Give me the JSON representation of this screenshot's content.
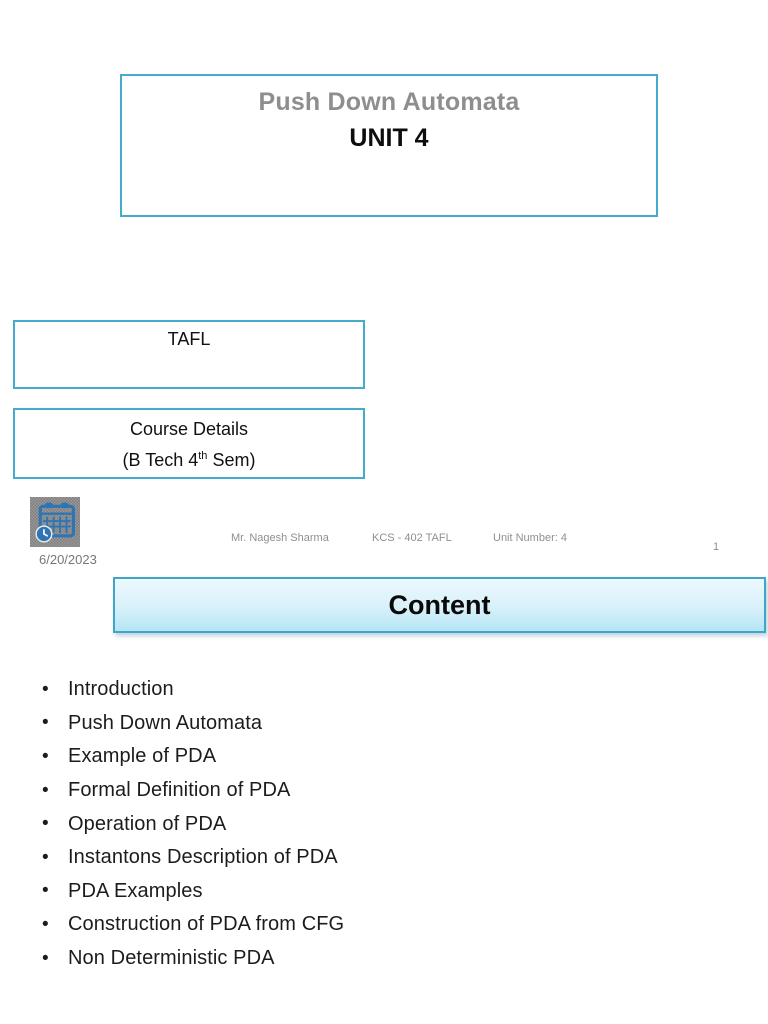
{
  "slide1": {
    "title_box": {
      "subtitle": "Push Down Automata",
      "title": "UNIT 4"
    },
    "tafl_box": {
      "label": "TAFL"
    },
    "course_box": {
      "line1": "Course Details",
      "line2_prefix": "(B Tech 4",
      "line2_sup": "th",
      "line2_suffix": " Sem)"
    },
    "calendar_icon": "calendar-with-clock",
    "date": "6/20/2023",
    "footer": {
      "author": "Mr. Nagesh Sharma",
      "course_code": "KCS - 402 TAFL",
      "unit": "Unit Number: 4",
      "page_number": "1"
    }
  },
  "slide2": {
    "header": "Content",
    "bullet_char": "•",
    "bullets": [
      "Introduction",
      "Push Down Automata",
      "Example of PDA",
      "Formal Definition of PDA",
      "Operation of PDA",
      "Instantons Description of PDA",
      "PDA Examples",
      "Construction of PDA from CFG",
      "Non Deterministic PDA"
    ]
  },
  "colors": {
    "box_border": "#46AACB",
    "header_border": "#3FA5C9",
    "header_gradient_top": "#EDF9FD",
    "header_gradient_bottom": "#B5E5F4",
    "subtitle_gray": "#8E8E8E",
    "footer_gray": "#8F8F8F",
    "calendar_blue": "#2E75B6",
    "icon_background_gray": "#8A8A8A"
  }
}
